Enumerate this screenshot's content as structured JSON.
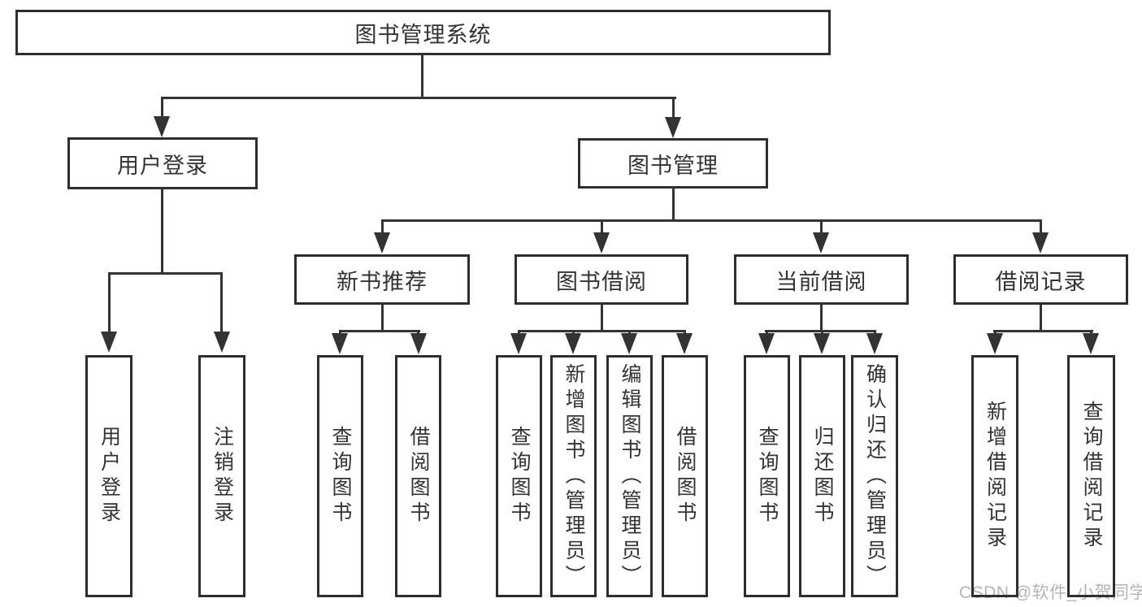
{
  "diagram": {
    "root": {
      "label": "图书管理系统"
    },
    "level2": {
      "user_login": {
        "label": "用户登录"
      },
      "book_mgmt": {
        "label": "图书管理"
      }
    },
    "level3": {
      "new_book_rec": {
        "label": "新书推荐"
      },
      "book_borrow": {
        "label": "图书借阅"
      },
      "current_borrow": {
        "label": "当前借阅"
      },
      "borrow_records": {
        "label": "借阅记录"
      }
    },
    "leaves": {
      "user_login": {
        "label": "用户登录"
      },
      "logout": {
        "label": "注销登录"
      },
      "rec_query_book": {
        "label": "查询图书"
      },
      "rec_borrow_book": {
        "label": "借阅图书"
      },
      "bb_query_book": {
        "label": "查询图书"
      },
      "bb_add_book": {
        "label": "新增图书（管理员）"
      },
      "bb_edit_book": {
        "label": "编辑图书（管理员）"
      },
      "bb_borrow_book": {
        "label": "借阅图书"
      },
      "cb_query_book": {
        "label": "查询图书"
      },
      "cb_return_book": {
        "label": "归还图书"
      },
      "cb_confirm_return": {
        "label": "确认归还（管理员）"
      },
      "br_add_record": {
        "label": "新增借阅记录"
      },
      "br_query_record": {
        "label": "查询借阅记录"
      }
    }
  },
  "watermark": {
    "text": "CSDN @软件_小贺同学"
  },
  "colors": {
    "line": "#333333",
    "border": "#2e2e2e",
    "text": "#333333",
    "background": "#ffffff",
    "watermark": "#b4b4b4"
  }
}
